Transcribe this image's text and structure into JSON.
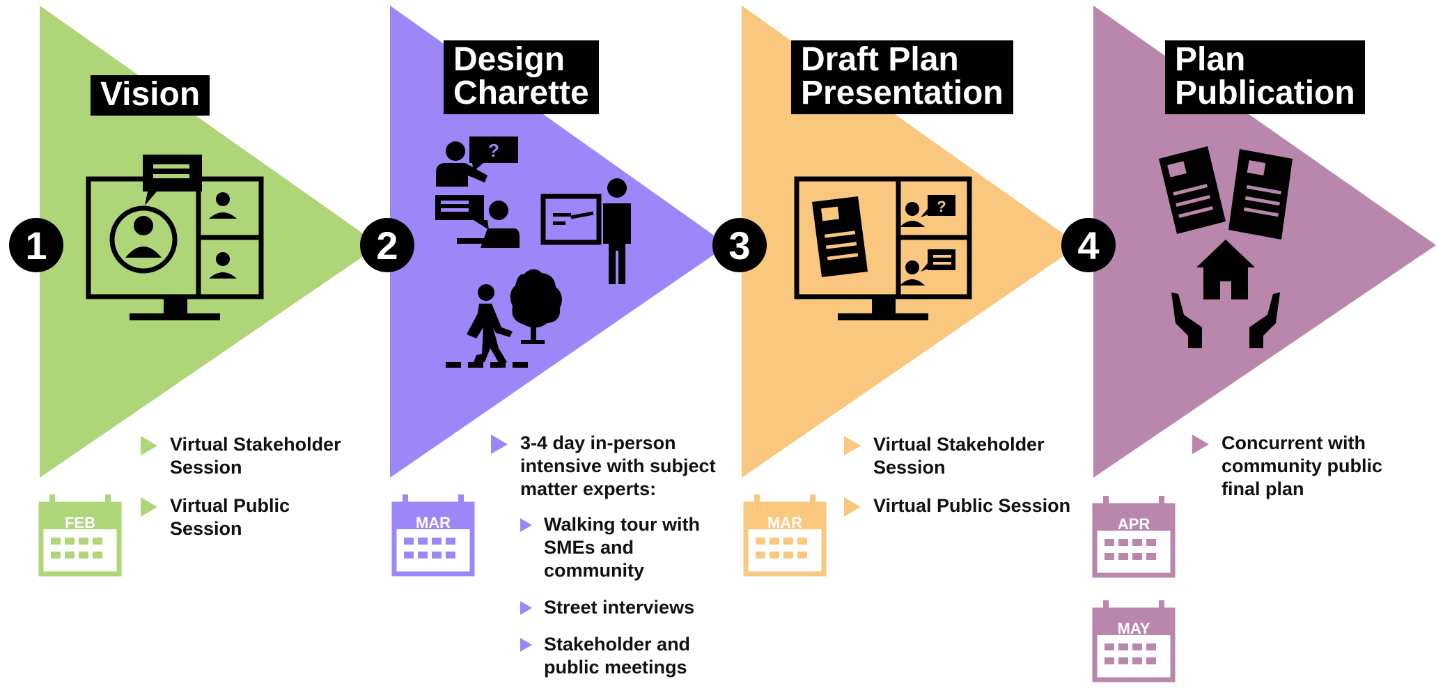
{
  "colors": {
    "green": "#aed679",
    "purple": "#9d86f7",
    "orange": "#f9c77e",
    "mauve": "#b986ac",
    "black": "#000000"
  },
  "stages": [
    {
      "number": "1",
      "title_lines": [
        "Vision"
      ],
      "bullets": [
        {
          "text": "Virtual Stakeholder Session"
        },
        {
          "text": "Virtual Public Session"
        }
      ],
      "months": [
        "FEB"
      ]
    },
    {
      "number": "2",
      "title_lines": [
        "Design",
        "Charette"
      ],
      "bullets": [
        {
          "text": "3-4 day in-person intensive with subject matter experts:"
        }
      ],
      "sub_bullets": [
        {
          "text": "Walking tour with SMEs and community"
        },
        {
          "text": "Street interviews"
        },
        {
          "text": "Stakeholder and public meetings"
        }
      ],
      "months": [
        "MAR"
      ]
    },
    {
      "number": "3",
      "title_lines": [
        "Draft Plan",
        "Presentation"
      ],
      "bullets": [
        {
          "text": "Virtual Stakeholder Session"
        },
        {
          "text": "Virtual Public Session"
        }
      ],
      "months": [
        "MAR"
      ]
    },
    {
      "number": "4",
      "title_lines": [
        "Plan",
        "Publication"
      ],
      "bullets": [
        {
          "text": "Concurrent with community public final plan"
        }
      ],
      "months": [
        "APR",
        "MAY"
      ]
    }
  ],
  "icons": {
    "stage1": "virtual-meeting-monitor-icon",
    "stage2": "in-person-workshop-icons",
    "stage3": "presentation-monitor-icon",
    "stage4": "publication-house-hands-icon",
    "calendar": "calendar-icon",
    "bullet": "triangle-bullet-icon"
  }
}
